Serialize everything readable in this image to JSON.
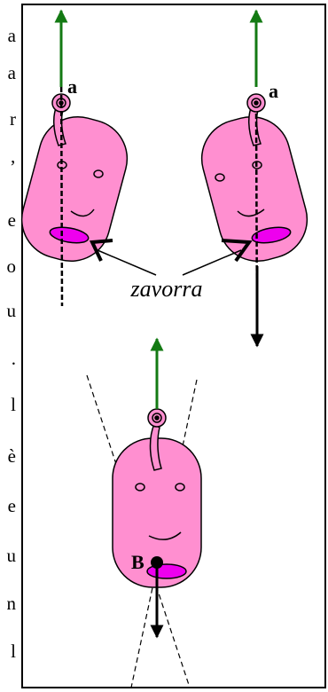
{
  "margin_text": [
    "a",
    "a",
    "r",
    "’",
    "e",
    "o",
    "u",
    ".",
    "l",
    "è",
    "e",
    "u",
    "n",
    "l"
  ],
  "labels": {
    "hook_left": "a",
    "hook_right": "a",
    "brake": "zavorra",
    "point_b": "B"
  },
  "colors": {
    "body_fill": "#ff8fd0",
    "brake_fill": "#ee00ee",
    "up_arrow": "#137a13",
    "down_arrow": "#000000"
  }
}
